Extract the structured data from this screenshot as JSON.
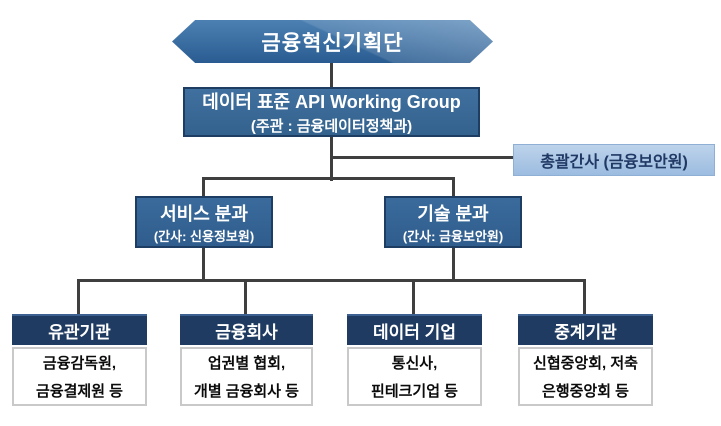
{
  "org_chart": {
    "root": {
      "label": "금융혁신기획단"
    },
    "working_group": {
      "line1": "데이터 표준 API Working Group",
      "line2": "(주관 : 금융데이터정책과)"
    },
    "general_secretary": {
      "label": "총괄간사 (금융보안원)"
    },
    "branches": [
      {
        "title": "서비스 분과",
        "subtitle": "(간사: 신용정보원)"
      },
      {
        "title": "기술 분과",
        "subtitle": "(간사: 금융보안원)"
      }
    ],
    "groups": [
      {
        "title": "유관기관",
        "members": [
          "금융감독원,",
          "금융결제원 등"
        ]
      },
      {
        "title": "금융회사",
        "members": [
          "업권별 협회,",
          "개별 금융회사 등"
        ]
      },
      {
        "title": "데이터 기업",
        "members": [
          "통신사,",
          "핀테크기업 등"
        ]
      },
      {
        "title": "중계기관",
        "members": [
          "신협중앙회, 저축",
          "은행중앙회 등"
        ]
      }
    ]
  },
  "colors": {
    "background": "#ffffff",
    "hex_gradient_top": "#4c80b2",
    "hex_gradient_bottom": "#2a5c91",
    "box_blue": "#35638f",
    "navy_border": "#1d3d63",
    "header_navy": "#203b61",
    "light_blue_fill": "#a9c6e5",
    "dark_navy_text": "#1f3864",
    "connector_gray": "#3f3f3f",
    "body_border_gray": "#c9c9c9"
  }
}
